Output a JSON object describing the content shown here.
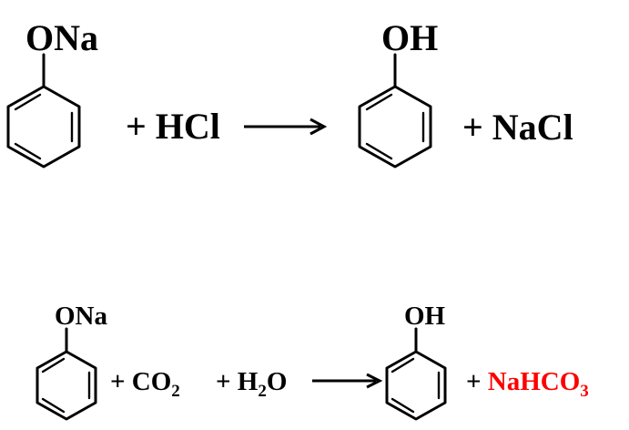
{
  "colors": {
    "text": "#000000",
    "highlight": "#ff0000"
  },
  "reaction1": {
    "reactant_group": "ONa",
    "reagent": "+ HCl",
    "product_group": "OH",
    "byproduct": "+ NaCl"
  },
  "reaction2": {
    "reactant_group": "ONa",
    "reagent_co2_prefix": "+ CO",
    "reagent_co2_sub": "2",
    "reagent_h2o_prefix": "+ H",
    "reagent_h2o_sub": "2",
    "reagent_h2o_suffix": "O",
    "product_group": "OH",
    "byproduct_plus": "+ ",
    "byproduct_main": "NaHCO",
    "byproduct_sub": "3"
  }
}
